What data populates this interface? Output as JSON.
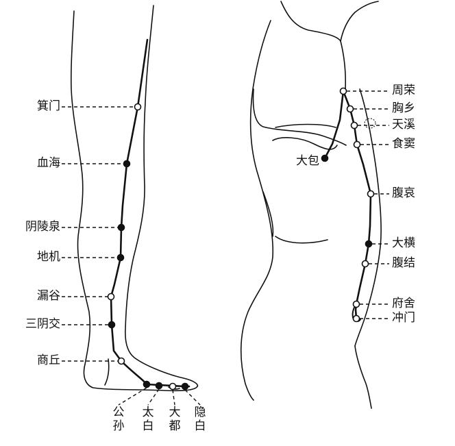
{
  "leg": {
    "points": [
      {
        "label": "箕门",
        "filled": false
      },
      {
        "label": "血海",
        "filled": true
      },
      {
        "label": "阴陵泉",
        "filled": true
      },
      {
        "label": "地机",
        "filled": true
      },
      {
        "label": "漏谷",
        "filled": false
      },
      {
        "label": "三阴交",
        "filled": true
      },
      {
        "label": "商丘",
        "filled": false
      }
    ],
    "foot_points": [
      {
        "label": "公孙",
        "filled": true
      },
      {
        "label": "太白",
        "filled": true
      },
      {
        "label": "大都",
        "filled": false
      },
      {
        "label": "隐白",
        "filled": true
      }
    ]
  },
  "torso": {
    "points": [
      {
        "label": "周荣",
        "filled": false
      },
      {
        "label": "胸乡",
        "filled": false
      },
      {
        "label": "天溪",
        "filled": false
      },
      {
        "label": "食窦",
        "filled": false
      },
      {
        "label": "腹哀",
        "filled": false
      },
      {
        "label": "大横",
        "filled": true
      },
      {
        "label": "腹结",
        "filled": false
      },
      {
        "label": "府舍",
        "filled": false
      },
      {
        "label": "冲门",
        "filled": false
      }
    ],
    "dabao": {
      "label": "大包",
      "filled": true
    }
  }
}
